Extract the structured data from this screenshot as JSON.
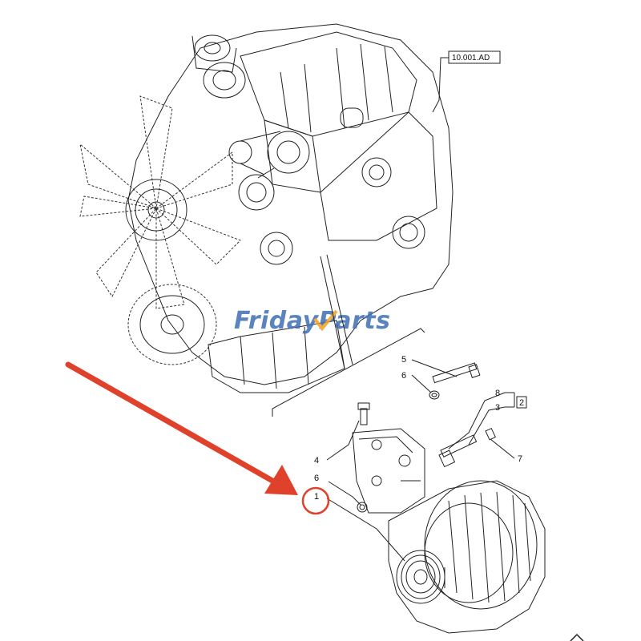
{
  "reference_code": "10.001.AD",
  "watermark": {
    "part1": "Friday",
    "part2": "Parts",
    "color_primary": "#3f6fb3",
    "color_accent": "#f2a01b"
  },
  "callouts": {
    "c1": "1",
    "c2": "2",
    "c3": "3",
    "c4": "4",
    "c5": "5",
    "c6a": "6",
    "c6b": "6",
    "c7": "7",
    "c8": "8"
  },
  "highlight": {
    "arrow_color": "#e0412b",
    "circle_color": "#e0412b",
    "target_callout": "1"
  },
  "icons": {
    "engine": "engine-illustration",
    "fan": "fan-icon",
    "alternator": "alternator-icon",
    "bracket": "bracket-icon",
    "bolt": "bolt-icon",
    "nut": "nut-icon"
  }
}
